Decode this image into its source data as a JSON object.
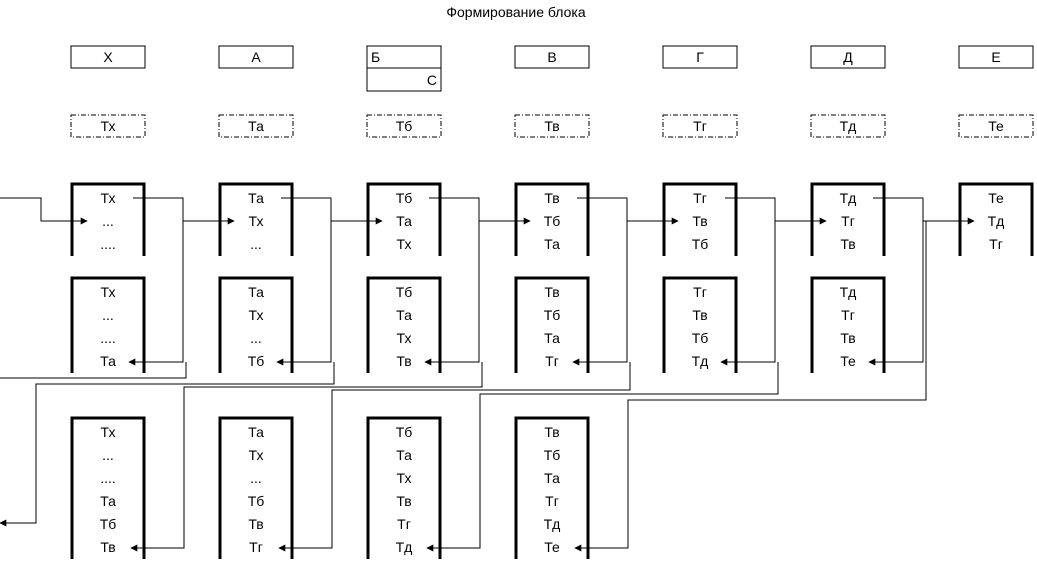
{
  "title": "Формирование блока",
  "nodes": [
    {
      "id": "x",
      "label": "Х",
      "token": "Тх",
      "stack1": [
        "Тх",
        "...",
        "...."
      ],
      "stack2": [
        "Тх",
        "...",
        "....",
        "Та"
      ],
      "stack3": [
        "Тх",
        "...",
        "....",
        "Та",
        "Тб",
        "Тв"
      ]
    },
    {
      "id": "a",
      "label": "А",
      "token": "Та",
      "stack1": [
        "Та",
        "Тх",
        "..."
      ],
      "stack2": [
        "Та",
        "Тх",
        "...",
        "Тб"
      ],
      "stack3": [
        "Та",
        "Тх",
        "...",
        "Тб",
        "Тв",
        "Тг"
      ]
    },
    {
      "id": "b",
      "label": "Б",
      "sublabel": "С",
      "token": "Тб",
      "stack1": [
        "Тб",
        "Та",
        "Тх"
      ],
      "stack2": [
        "Тб",
        "Та",
        "Тх",
        "Тв"
      ],
      "stack3": [
        "Тб",
        "Та",
        "Тх",
        "Тв",
        "Тг",
        "Тд"
      ]
    },
    {
      "id": "v",
      "label": "В",
      "token": "Тв",
      "stack1": [
        "Тв",
        "Тб",
        "Та"
      ],
      "stack2": [
        "Тв",
        "Тб",
        "Та",
        "Тг"
      ],
      "stack3": [
        "Тв",
        "Тб",
        "Та",
        "Тг",
        "Тд",
        "Те"
      ]
    },
    {
      "id": "g",
      "label": "Г",
      "token": "Тг",
      "stack1": [
        "Тг",
        "Тв",
        "Тб"
      ],
      "stack2": [
        "Тг",
        "Тв",
        "Тб",
        "Тд"
      ]
    },
    {
      "id": "d",
      "label": "Д",
      "token": "Тд",
      "stack1": [
        "Тд",
        "Тг",
        "Тв"
      ],
      "stack2": [
        "Тд",
        "Тг",
        "Тв",
        "Те"
      ]
    },
    {
      "id": "e",
      "label": "Е",
      "token": "Те",
      "stack1": [
        "Те",
        "Тд",
        "Тг"
      ]
    }
  ]
}
